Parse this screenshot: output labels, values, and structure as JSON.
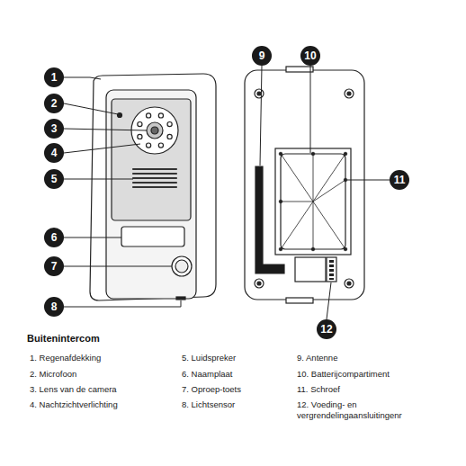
{
  "diagram": {
    "title": "Buitenintercom",
    "nodes": [
      {
        "text": [
          "1"
        ]
      },
      {
        "text": [
          "2"
        ]
      },
      {
        "text": [
          "3"
        ]
      },
      {
        "text": [
          "4"
        ]
      },
      {
        "text": [
          "5"
        ]
      },
      {
        "text": [
          "6"
        ]
      },
      {
        "text": [
          "7"
        ]
      },
      {
        "text": [
          "8"
        ]
      },
      {
        "text": [
          "9"
        ]
      },
      {
        "text": [
          "10"
        ]
      },
      {
        "text": [
          "11"
        ]
      },
      {
        "text": [
          "12"
        ]
      }
    ],
    "labels": [
      "1. Regenafdekking",
      "2. Microfoon",
      "3. Lens van de camera",
      "4. Nachtzichtverlichting",
      "5. Luidspreker",
      "6. Naamplaat",
      "7. Oproep-toets",
      "8. Lichtsensor",
      "9. Antenne",
      "10. Batterijcompartiment",
      "11. Schroef",
      "12. Voeding- en vergrendelingaansluitingenr"
    ]
  }
}
